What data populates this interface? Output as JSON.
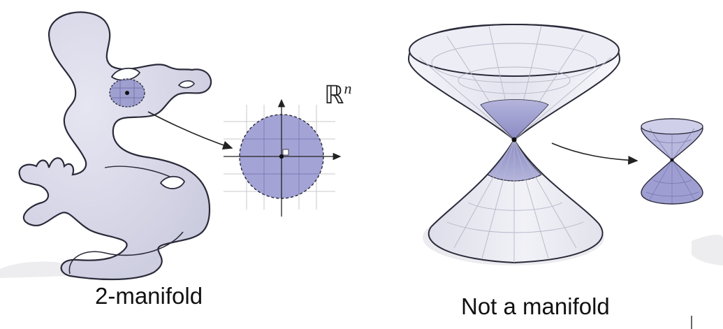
{
  "left_panel": {
    "caption": "2-manifold",
    "space_label": "ℝ",
    "space_exponent": "n"
  },
  "right_panel": {
    "caption": "Not a manifold"
  },
  "colors": {
    "surface_fill": "#d8d8ea",
    "patch_fill": "#8e8ec8",
    "disc_fill": "#a3a3d6",
    "outline": "#2a2a3a",
    "grid": "#c9c9c9"
  }
}
